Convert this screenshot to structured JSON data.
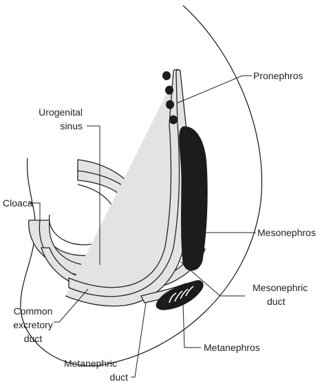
{
  "labels": {
    "pronephros": "Pronephros",
    "urogenital_sinus": [
      "Urogenital",
      "sinus"
    ],
    "cloaca": "Cloaca",
    "mesonephros": "Mesonephros",
    "mesonephric_duct": [
      "Mesonephric",
      "duct"
    ],
    "common_excretory_duct": [
      "Common",
      "excretory",
      "duct"
    ],
    "metanephros": "Metanephros",
    "metanephric_duct": [
      "Metanephric",
      "duct"
    ]
  },
  "colors": {
    "outline": "#222222",
    "duct_fill": "#e3e3e3",
    "organ_fill": "#1c1c1c",
    "background": "#ffffff"
  }
}
